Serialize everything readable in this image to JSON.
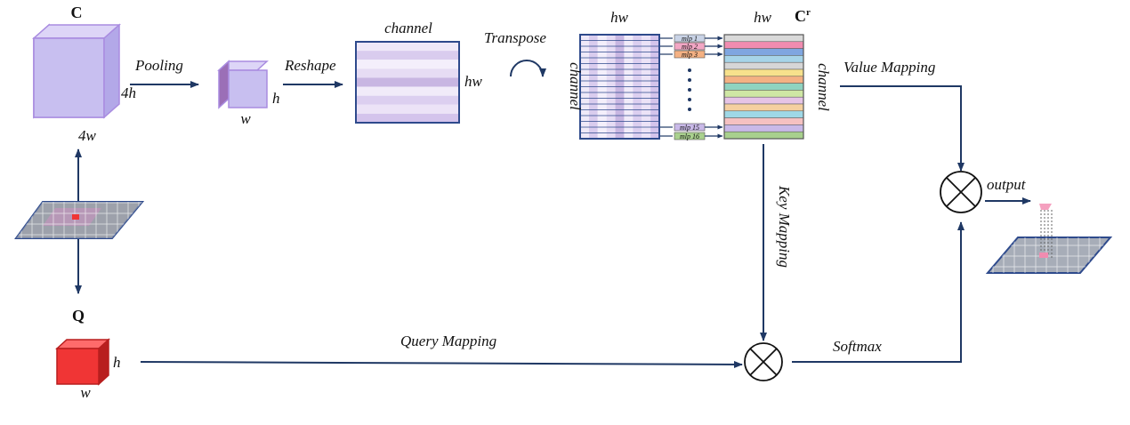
{
  "colors": {
    "arrow": "#1f3864",
    "cube_purple_front": "#c8bff0",
    "cube_purple_top": "#ddd5f7",
    "cube_purple_side": "#9b6fb7",
    "cube_purple_edge": "#a98ce0",
    "cube_red_front": "#f03535",
    "cube_red_top": "#ff6b6b",
    "cube_red_side": "#b81e1e",
    "matrix_border": "#2e4a8c",
    "row_stripes": [
      "#efe9f8",
      "#d9ccee",
      "#f4effb",
      "#e6dcf4",
      "#c8b6e2",
      "#f1ebf9",
      "#dccff0",
      "#ece3f7",
      "#d4c4ec"
    ],
    "cr_stripes": [
      "#d9d9d9",
      "#f08cb0",
      "#7fa6e0",
      "#a6d4e8",
      "#d6d6d6",
      "#f7e18c",
      "#f4b183",
      "#8fd3c0",
      "#cfe7a4",
      "#e6c4e6",
      "#f5d0a0",
      "#9fd8e6",
      "#f5c1c1",
      "#c9b9e8",
      "#a8d08d"
    ],
    "mlp_labels_bg": [
      "#c9d3e6",
      "#f2a6c4",
      "#f4b183",
      "#c9b9e8",
      "#a9d18e"
    ]
  },
  "labels": {
    "C": "C",
    "Cr_base": "C",
    "Cr_sup": "r",
    "Q": "Q",
    "pooling": "Pooling",
    "reshape": "Reshape",
    "transpose": "Transpose",
    "channel_top": "channel",
    "hw_right": "hw",
    "hw_top_matrix": "hw",
    "channel_side_matrix": "channel",
    "hw_top_cr": "hw",
    "channel_side_cr": "channel",
    "value_mapping": "Value Mapping",
    "key_mapping": "Key Mapping",
    "query_mapping": "Query Mapping",
    "softmax": "Softmax",
    "output": "output",
    "big_cube_h": "4h",
    "big_cube_w": "4w",
    "small_cube_h": "h",
    "small_cube_w": "w",
    "q_cube_h": "h",
    "q_cube_w": "w"
  },
  "mlp": [
    "mlp 1",
    "mlp 2",
    "mlp 3",
    "mlp 15",
    "mlp 16"
  ]
}
